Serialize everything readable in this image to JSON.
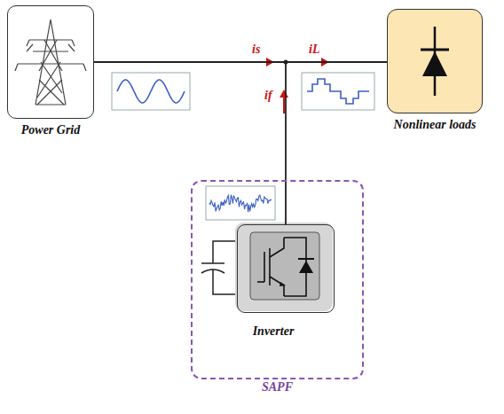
{
  "diagram": {
    "nodes": [
      {
        "text": [
          "Power Grid"
        ]
      },
      {
        "text": [
          "Nonlinear loads"
        ]
      },
      {
        "text": [
          "SAPF"
        ]
      },
      {
        "text": [
          "Inverter"
        ],
        "in": 2
      }
    ],
    "edges": [
      {
        "from": 0,
        "to": 1,
        "arrow": "none"
      },
      {
        "from": 3,
        "to": 1,
        "arrow": "none"
      }
    ],
    "labels": [
      "is",
      "iL",
      "if"
    ]
  }
}
